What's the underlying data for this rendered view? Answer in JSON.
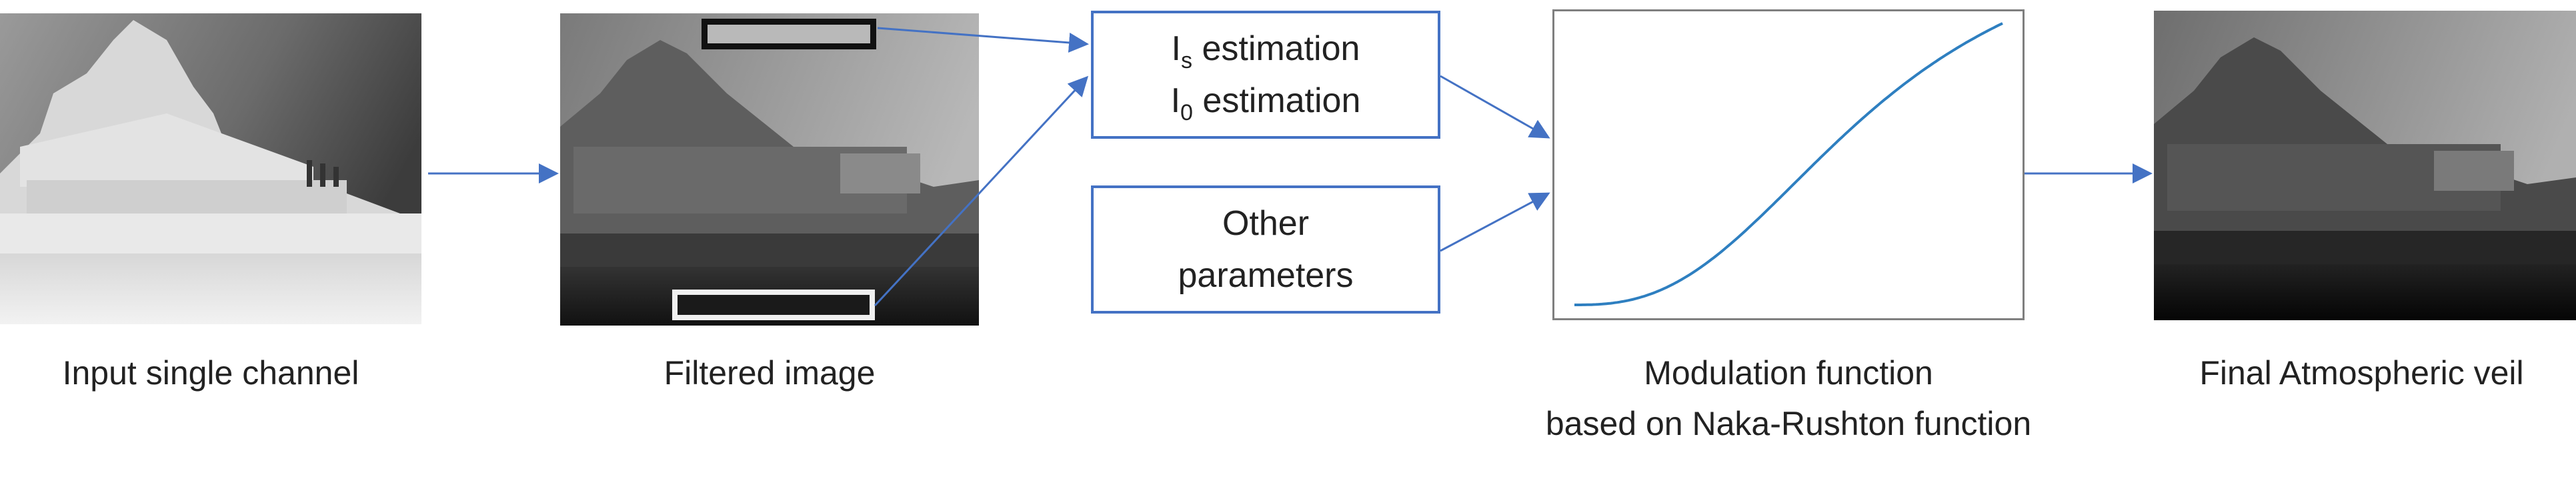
{
  "captions": {
    "input": "Input single channel",
    "filtered": "Filtered image",
    "modulation_line1": "Modulation function",
    "modulation_line2": "based on Naka-Rushton function",
    "final": "Final Atmospheric veil"
  },
  "boxes": {
    "estimation": {
      "line1_symbol": "I",
      "line1_sub": "s",
      "line1_text": " estimation",
      "line2_symbol": "I",
      "line2_sub": "0",
      "line2_text": " estimation"
    },
    "other_params": {
      "line1": "Other",
      "line2": "parameters"
    }
  },
  "colors": {
    "arrow": "#4472c4",
    "box_border": "#4472c4",
    "curve": "#2e7fc0",
    "plot_frame": "#7f7f7f"
  },
  "modulation_curve": {
    "type": "naka-rushton",
    "exponent": 2.6,
    "half_saturation": 0.7,
    "grid": false
  }
}
